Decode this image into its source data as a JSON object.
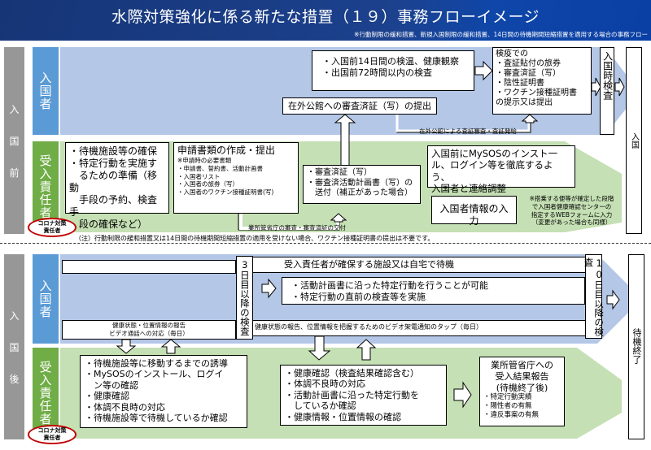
{
  "header": {
    "title": "水際対策強化に係る新たな措置（１９）事務フローイメージ",
    "subtitle": "※行動制限の緩和措置、新規入国制限の緩和措置、14日間の待機期間短縮措置を適用する場合の事務フロー"
  },
  "colors": {
    "header_bg": "#1d3f8a",
    "phase_gray": "#979797",
    "entrant_role": "#5b9bd5",
    "entrant_lane": "#b4c7e7",
    "host_role": "#70ad47",
    "host_lane": "#c5e0b4",
    "oval_border": "#c00000"
  },
  "before_entry": {
    "phase_chars": [
      "入",
      "国",
      "前"
    ],
    "entrant_label": "入国者",
    "host_label": "受入責任者",
    "oval_label_1": "コロナ対策",
    "oval_label_2": "責任者",
    "entrant": {
      "pre_check_lines": [
        "・入国前14日間の検温、健康観察",
        "・出国前72時間以内の検査"
      ],
      "embassy_submit": "在外公館への審査済証（写）の提出",
      "quarantine_title": "検疫での",
      "quarantine_items": [
        "・査証貼付の旅券",
        "・審査済証（写）",
        "・陰性証明書",
        "・ワクチン接種証明書"
      ],
      "quarantine_footer": "の提示又は提出",
      "entry_inspection": "入国時検査",
      "entry": "入国",
      "embassy_visa_label": "在外公館による査証審査・査証発給"
    },
    "host": {
      "prep_lines": [
        "・待機施設等の確保",
        "・特定行動を実施す",
        "　るための準備（移動",
        "　手段の予約、検査手",
        "　段の確保など）"
      ],
      "apply_title": "申請書類の作成・提出",
      "apply_note": "※申請時の必要書類",
      "apply_items": [
        "・申請書、誓約書、活動計画書",
        "・入国者リスト",
        "・入国者の旅券（写）",
        "・入国者のワクチン接種証明書(写)"
      ],
      "send_lines": [
        "・審査済証（写）",
        "・審査済活動計画書（写）の",
        "　送付（補正があった場合）"
      ],
      "ministry_review_label": "業所管省庁の審査・審査済証の交付",
      "mysos_lines": [
        "入国前にMySOSのインスト一",
        "ル、ログイン等を徹底するよう、",
        "入国者と連絡調整"
      ],
      "entrant_info": "入国者情報の入力",
      "entrant_info_note": [
        "※搭乗する便等が確定した段階",
        "で入国者健康確認センターの",
        "指定するWEBフォームに入力",
        "（変更があった場合も同様）"
      ]
    },
    "footnote": "（注）行動制限の緩和措置又は14日間の待機期間短縮措置の適用を受けない場合、ワクチン接種証明書の提出は不要です。"
  },
  "after_entry": {
    "phase_chars": [
      "入",
      "国",
      "後"
    ],
    "entrant_label": "入国者",
    "host_label": "受入責任者",
    "oval_label_1": "コロナ対策",
    "oval_label_2": "責任者",
    "entrant": {
      "wait_banner": "受入責任者が確保する施設又は自宅で待機",
      "day3_test": "3日目以降の検査",
      "day10_test": "10日目以降の検査",
      "activity_lines": [
        "・活動計画書に沿った特定行動を行うことが可能",
        "・特定行動の直前の検査等を実施"
      ],
      "report_left_lines": [
        "健康状態・位置情報の報告",
        "ビデオ通話への対応（毎日）"
      ],
      "report_right": "健康状態の報告、位置情報を把握するためのビデオ架電通知のタップ（毎日）",
      "wait_end": "待機終了"
    },
    "host": {
      "support_lines": [
        "・待機施設等に移動するまでの誘導",
        "・MySOSのインストール、ログイ",
        "　ン等の確認",
        "・健康確認",
        "・体調不良時の対応",
        "・待機施設等で待機しているか確認"
      ],
      "check_lines": [
        "・健康確認（検査結果確認含む）",
        "・体調不良時の対応",
        "・活動計画書に沿った特定行動を",
        "　しているか確認",
        "・健康情報・位置情報の確認"
      ],
      "report_title_lines": [
        "業所管省庁への",
        "受入結果報告",
        "(待機終了後)"
      ],
      "report_items": [
        "・特定行動実績",
        "・陽性者の有無",
        "・違反事案の有無"
      ]
    }
  }
}
